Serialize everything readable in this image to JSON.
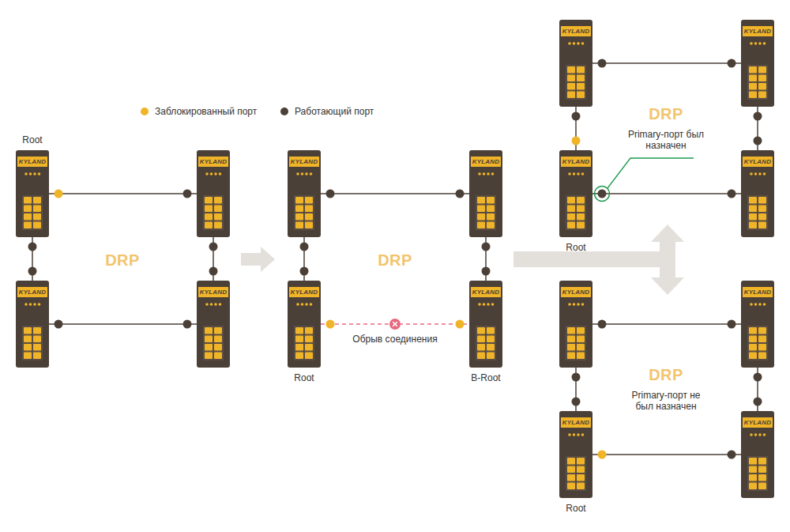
{
  "diagram": {
    "nodes": [
      {
        "text": [
          "KYLAND",
          "Root"
        ]
      },
      {
        "text": [
          "KYLAND"
        ]
      },
      {
        "text": [
          "KYLAND"
        ]
      },
      {
        "text": [
          "KYLAND"
        ]
      },
      {
        "text": [
          "KYLAND"
        ]
      },
      {
        "text": [
          "KYLAND"
        ]
      },
      {
        "text": [
          "KYLAND",
          "Root"
        ]
      },
      {
        "text": [
          "KYLAND",
          "B-Root"
        ]
      },
      {
        "text": [
          "KYLAND"
        ]
      },
      {
        "text": [
          "KYLAND"
        ]
      },
      {
        "text": [
          "KYLAND",
          "Root"
        ]
      },
      {
        "text": [
          "KYLAND"
        ]
      },
      {
        "text": [
          "KYLAND"
        ]
      },
      {
        "text": [
          "KYLAND"
        ]
      },
      {
        "text": [
          "KYLAND",
          "Root"
        ]
      },
      {
        "text": [
          "KYLAND"
        ]
      }
    ],
    "edges": [
      {
        "from": 0,
        "to": 1,
        "arrow": "none"
      },
      {
        "from": 0,
        "to": 2,
        "arrow": "none"
      },
      {
        "from": 1,
        "to": 3,
        "arrow": "none"
      },
      {
        "from": 2,
        "to": 3,
        "arrow": "none"
      },
      {
        "from": 4,
        "to": 5,
        "arrow": "none"
      },
      {
        "from": 4,
        "to": 6,
        "arrow": "none"
      },
      {
        "from": 5,
        "to": 7,
        "arrow": "none"
      },
      {
        "from": 6,
        "to": 7,
        "label": "Обрыв соединения",
        "arrow": "none"
      },
      {
        "from": 8,
        "to": 9,
        "arrow": "none"
      },
      {
        "from": 8,
        "to": 10,
        "arrow": "none"
      },
      {
        "from": 9,
        "to": 11,
        "arrow": "none"
      },
      {
        "from": 10,
        "to": 11,
        "arrow": "none"
      },
      {
        "from": 12,
        "to": 13,
        "arrow": "none"
      },
      {
        "from": 12,
        "to": 14,
        "arrow": "none"
      },
      {
        "from": 13,
        "to": 15,
        "arrow": "none"
      },
      {
        "from": 14,
        "to": 15,
        "arrow": "none"
      }
    ],
    "labels": [
      "DRP",
      "DRP",
      "DRP",
      "DRP",
      "Primary-порт был назначен",
      "Primary-порт не был назначен"
    ],
    "legend": [
      {
        "text": "Заблокированный порт",
        "color": "#f0b429"
      },
      {
        "text": "Работающий порт",
        "color": "#4b4037"
      }
    ]
  }
}
